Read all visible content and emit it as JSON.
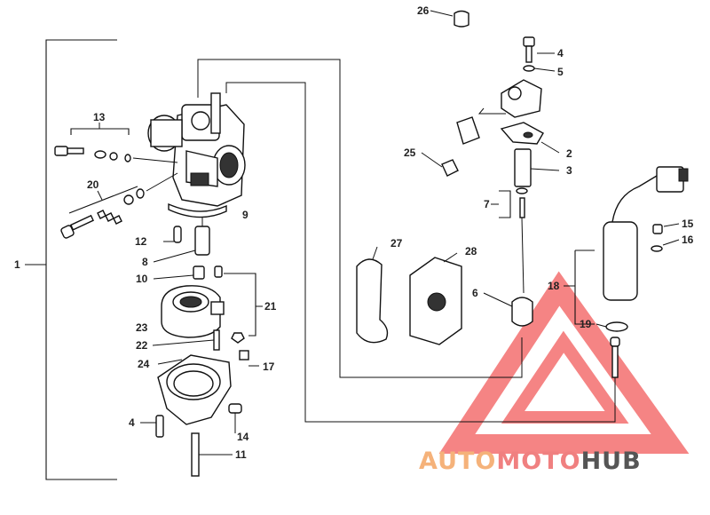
{
  "callouts": [
    {
      "id": "1",
      "text": "1"
    },
    {
      "id": "2",
      "text": "2"
    },
    {
      "id": "3",
      "text": "3"
    },
    {
      "id": "4a",
      "text": "4"
    },
    {
      "id": "4b",
      "text": "4"
    },
    {
      "id": "5",
      "text": "5"
    },
    {
      "id": "6",
      "text": "6"
    },
    {
      "id": "7",
      "text": "7"
    },
    {
      "id": "8",
      "text": "8"
    },
    {
      "id": "9",
      "text": "9"
    },
    {
      "id": "10",
      "text": "10"
    },
    {
      "id": "11",
      "text": "11"
    },
    {
      "id": "12",
      "text": "12"
    },
    {
      "id": "13",
      "text": "13"
    },
    {
      "id": "14",
      "text": "14"
    },
    {
      "id": "15",
      "text": "15"
    },
    {
      "id": "16",
      "text": "16"
    },
    {
      "id": "17",
      "text": "17"
    },
    {
      "id": "18",
      "text": "18"
    },
    {
      "id": "19",
      "text": "19"
    },
    {
      "id": "20",
      "text": "20"
    },
    {
      "id": "21",
      "text": "21"
    },
    {
      "id": "22",
      "text": "22"
    },
    {
      "id": "23",
      "text": "23"
    },
    {
      "id": "24",
      "text": "24"
    },
    {
      "id": "25",
      "text": "25"
    },
    {
      "id": "26",
      "text": "26"
    },
    {
      "id": "27",
      "text": "27"
    },
    {
      "id": "28",
      "text": "28"
    }
  ],
  "watermark": {
    "part1": "AUTO",
    "part2": "MOTO",
    "part3": "HUB",
    "color_auto": "#f5b27a",
    "color_moto": "#f08080",
    "color_hub": "#555555",
    "logo_color": "#f25b5b"
  }
}
